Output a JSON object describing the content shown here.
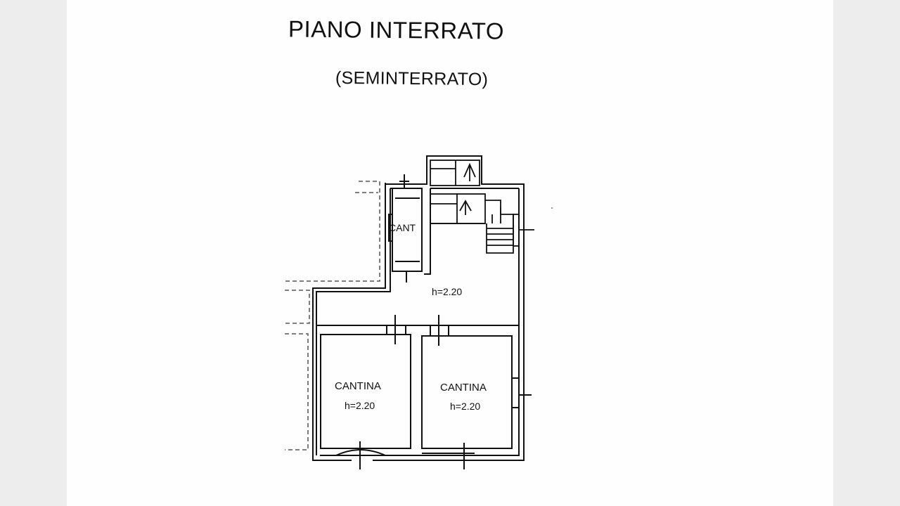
{
  "drawing": {
    "title": "PIANO INTERRATO",
    "subtitle": "(SEMINTERRATO)"
  },
  "rooms": {
    "small_cellar": {
      "label": "CANT"
    },
    "hall": {
      "height": "h=2.20"
    },
    "cellar_left": {
      "label": "CANTINA",
      "height": "h=2.20"
    },
    "cellar_right": {
      "label": "CANTINA",
      "height": "h=2.20"
    }
  }
}
